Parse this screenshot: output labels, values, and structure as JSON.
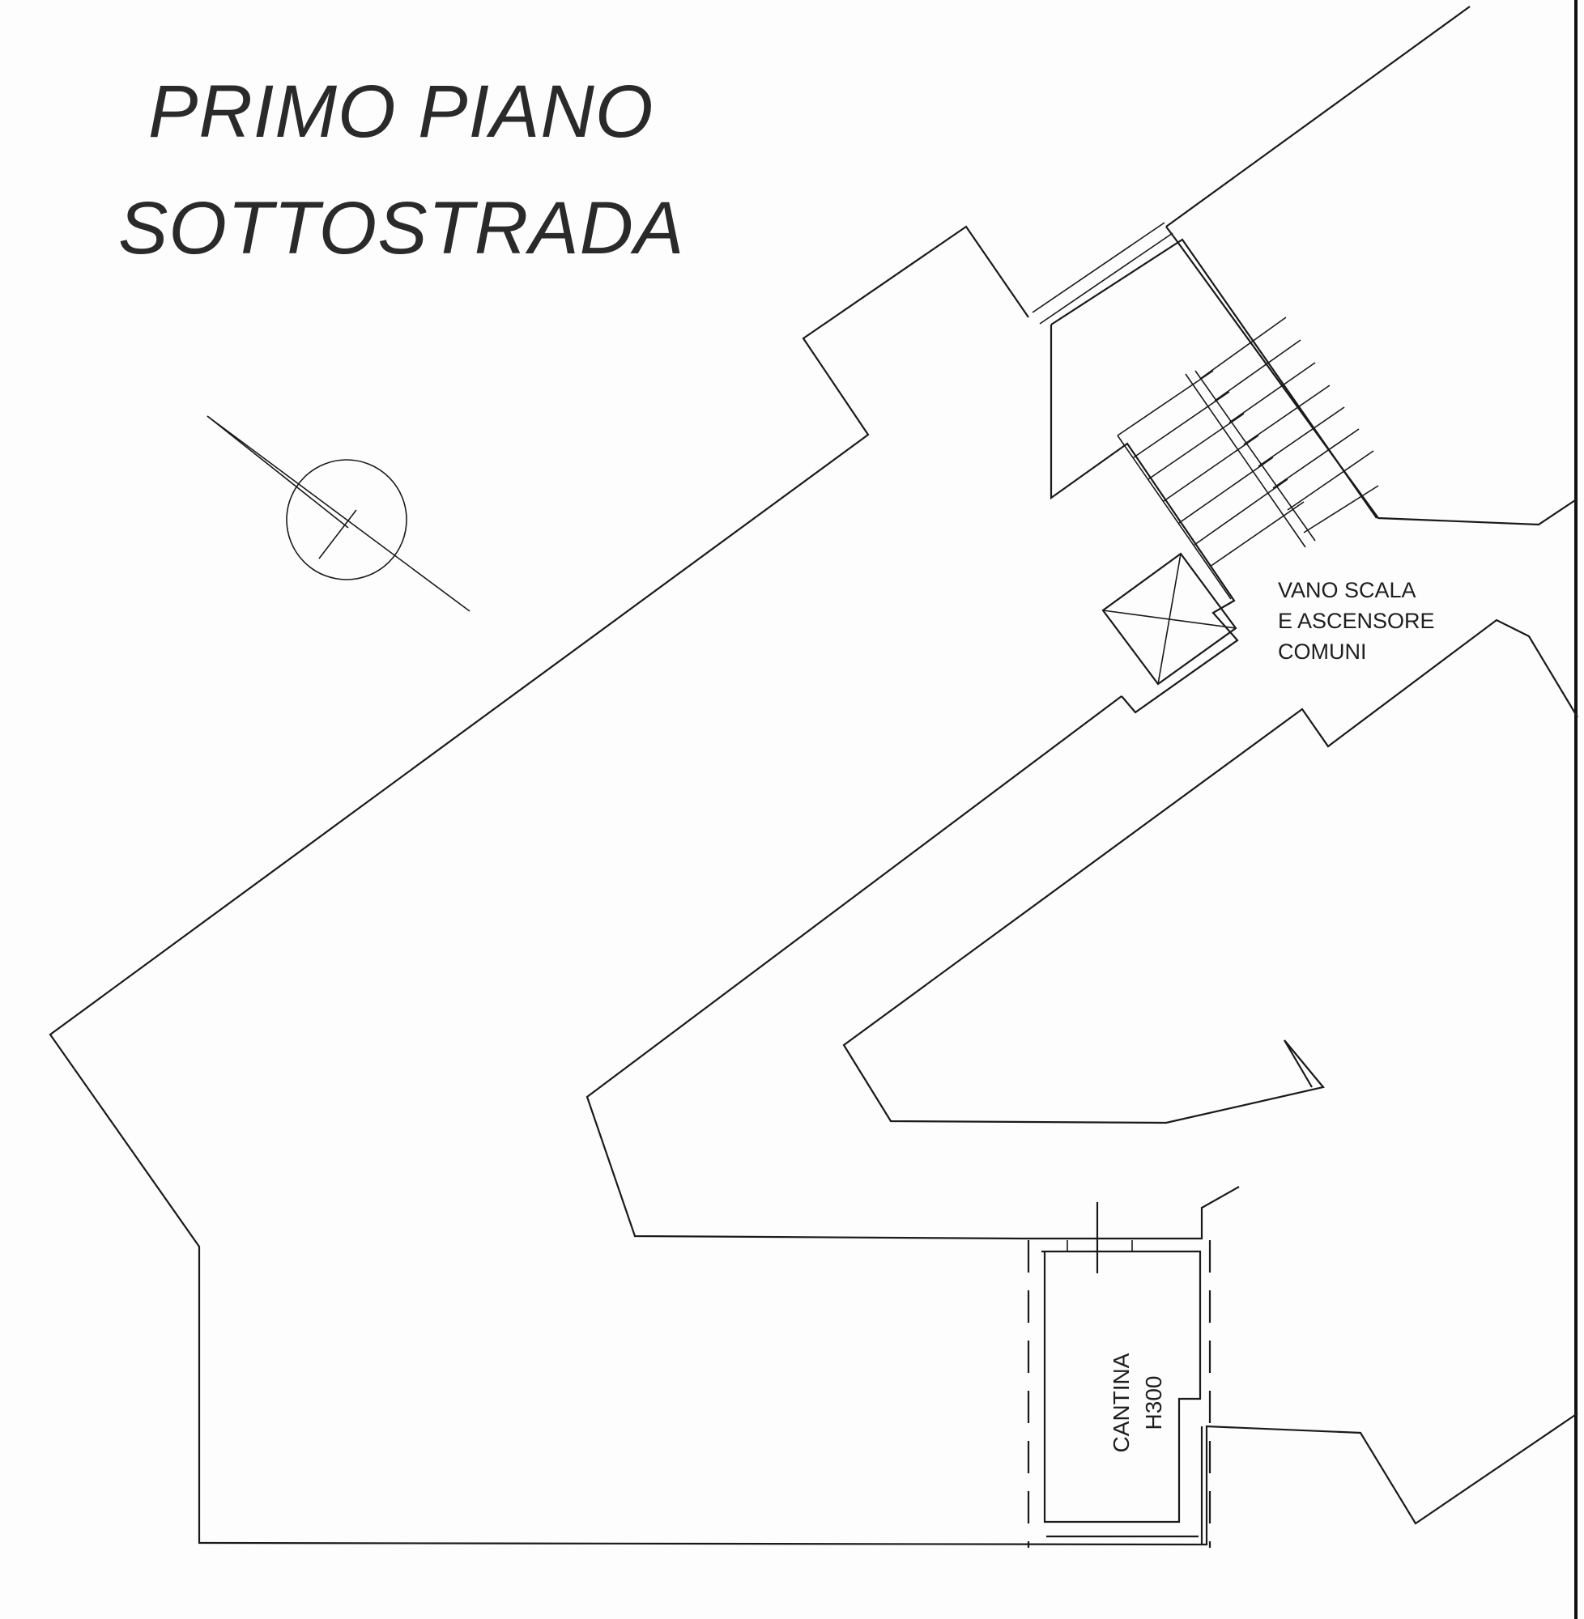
{
  "title": {
    "line1": "PRIMO PIANO",
    "line2": "SOTTOSTRADA"
  },
  "labels": {
    "stairwell": [
      "VANO SCALA",
      "E ASCENSORE",
      "COMUNI"
    ],
    "cellar": [
      "CANTINA",
      "H300"
    ]
  },
  "icons": {
    "north": "north-arrow-icon",
    "elevator": "elevator-shaft-icon"
  },
  "colors": {
    "ink": "#1a1a1a",
    "paper": "#fdfdfd"
  }
}
